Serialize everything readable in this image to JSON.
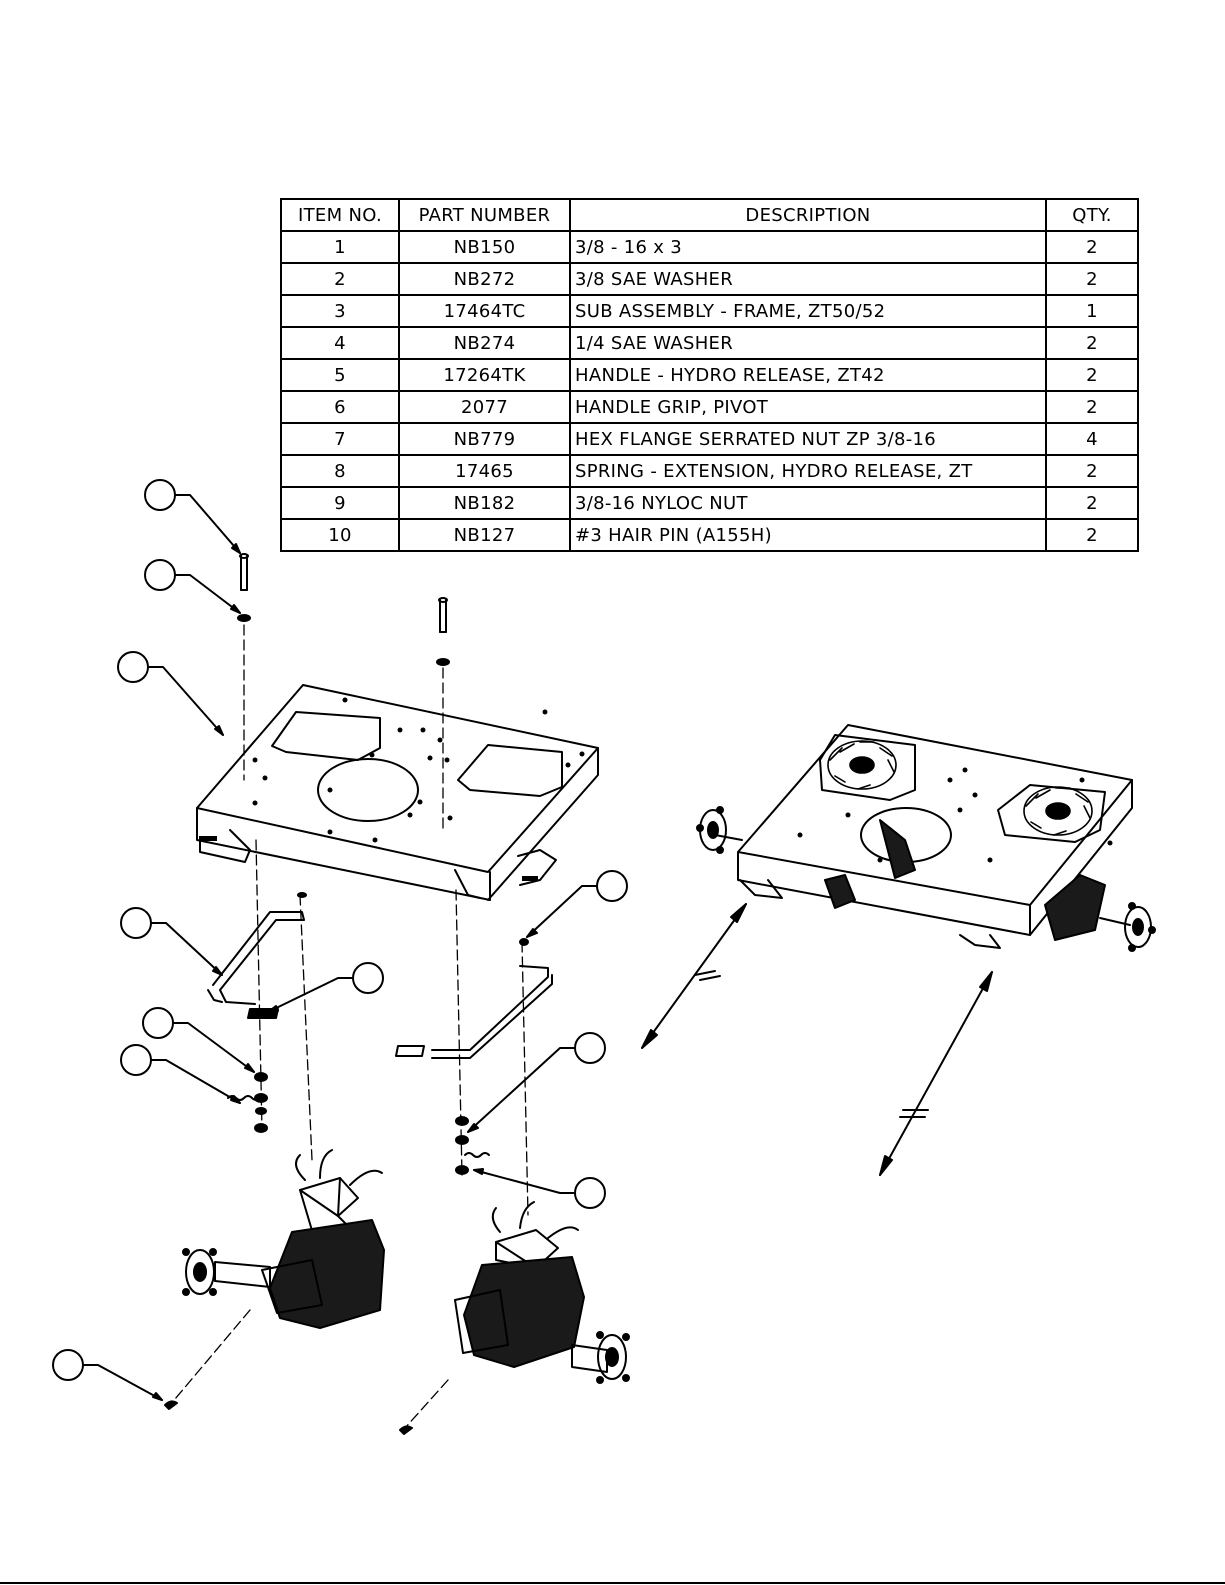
{
  "bom_table": {
    "headers": {
      "item_no": "ITEM NO.",
      "part_number": "PART NUMBER",
      "description": "DESCRIPTION",
      "qty": "QTY."
    },
    "rows": [
      {
        "item": "1",
        "part": "NB150",
        "description": "3/8 - 16 x 3",
        "qty": "2"
      },
      {
        "item": "2",
        "part": "NB272",
        "description": "3/8 SAE WASHER",
        "qty": "2"
      },
      {
        "item": "3",
        "part": "17464TC",
        "description": "SUB ASSEMBLY - FRAME, ZT50/52",
        "qty": "1"
      },
      {
        "item": "4",
        "part": "NB274",
        "description": "1/4 SAE WASHER",
        "qty": "2"
      },
      {
        "item": "5",
        "part": "17264TK",
        "description": "HANDLE - HYDRO RELEASE, ZT42",
        "qty": "2"
      },
      {
        "item": "6",
        "part": "2077",
        "description": "HANDLE GRIP, PIVOT",
        "qty": "2"
      },
      {
        "item": "7",
        "part": "NB779",
        "description": "HEX FLANGE SERRATED NUT ZP 3/8-16",
        "qty": "4"
      },
      {
        "item": "8",
        "part": "17465",
        "description": "SPRING - EXTENSION, HYDRO RELEASE, ZT",
        "qty": "2"
      },
      {
        "item": "9",
        "part": "NB182",
        "description": "3/8-16 NYLOC NUT",
        "qty": "2"
      },
      {
        "item": "10",
        "part": "NB127",
        "description": "#3 HAIR PIN (A155H)",
        "qty": "2"
      }
    ]
  }
}
